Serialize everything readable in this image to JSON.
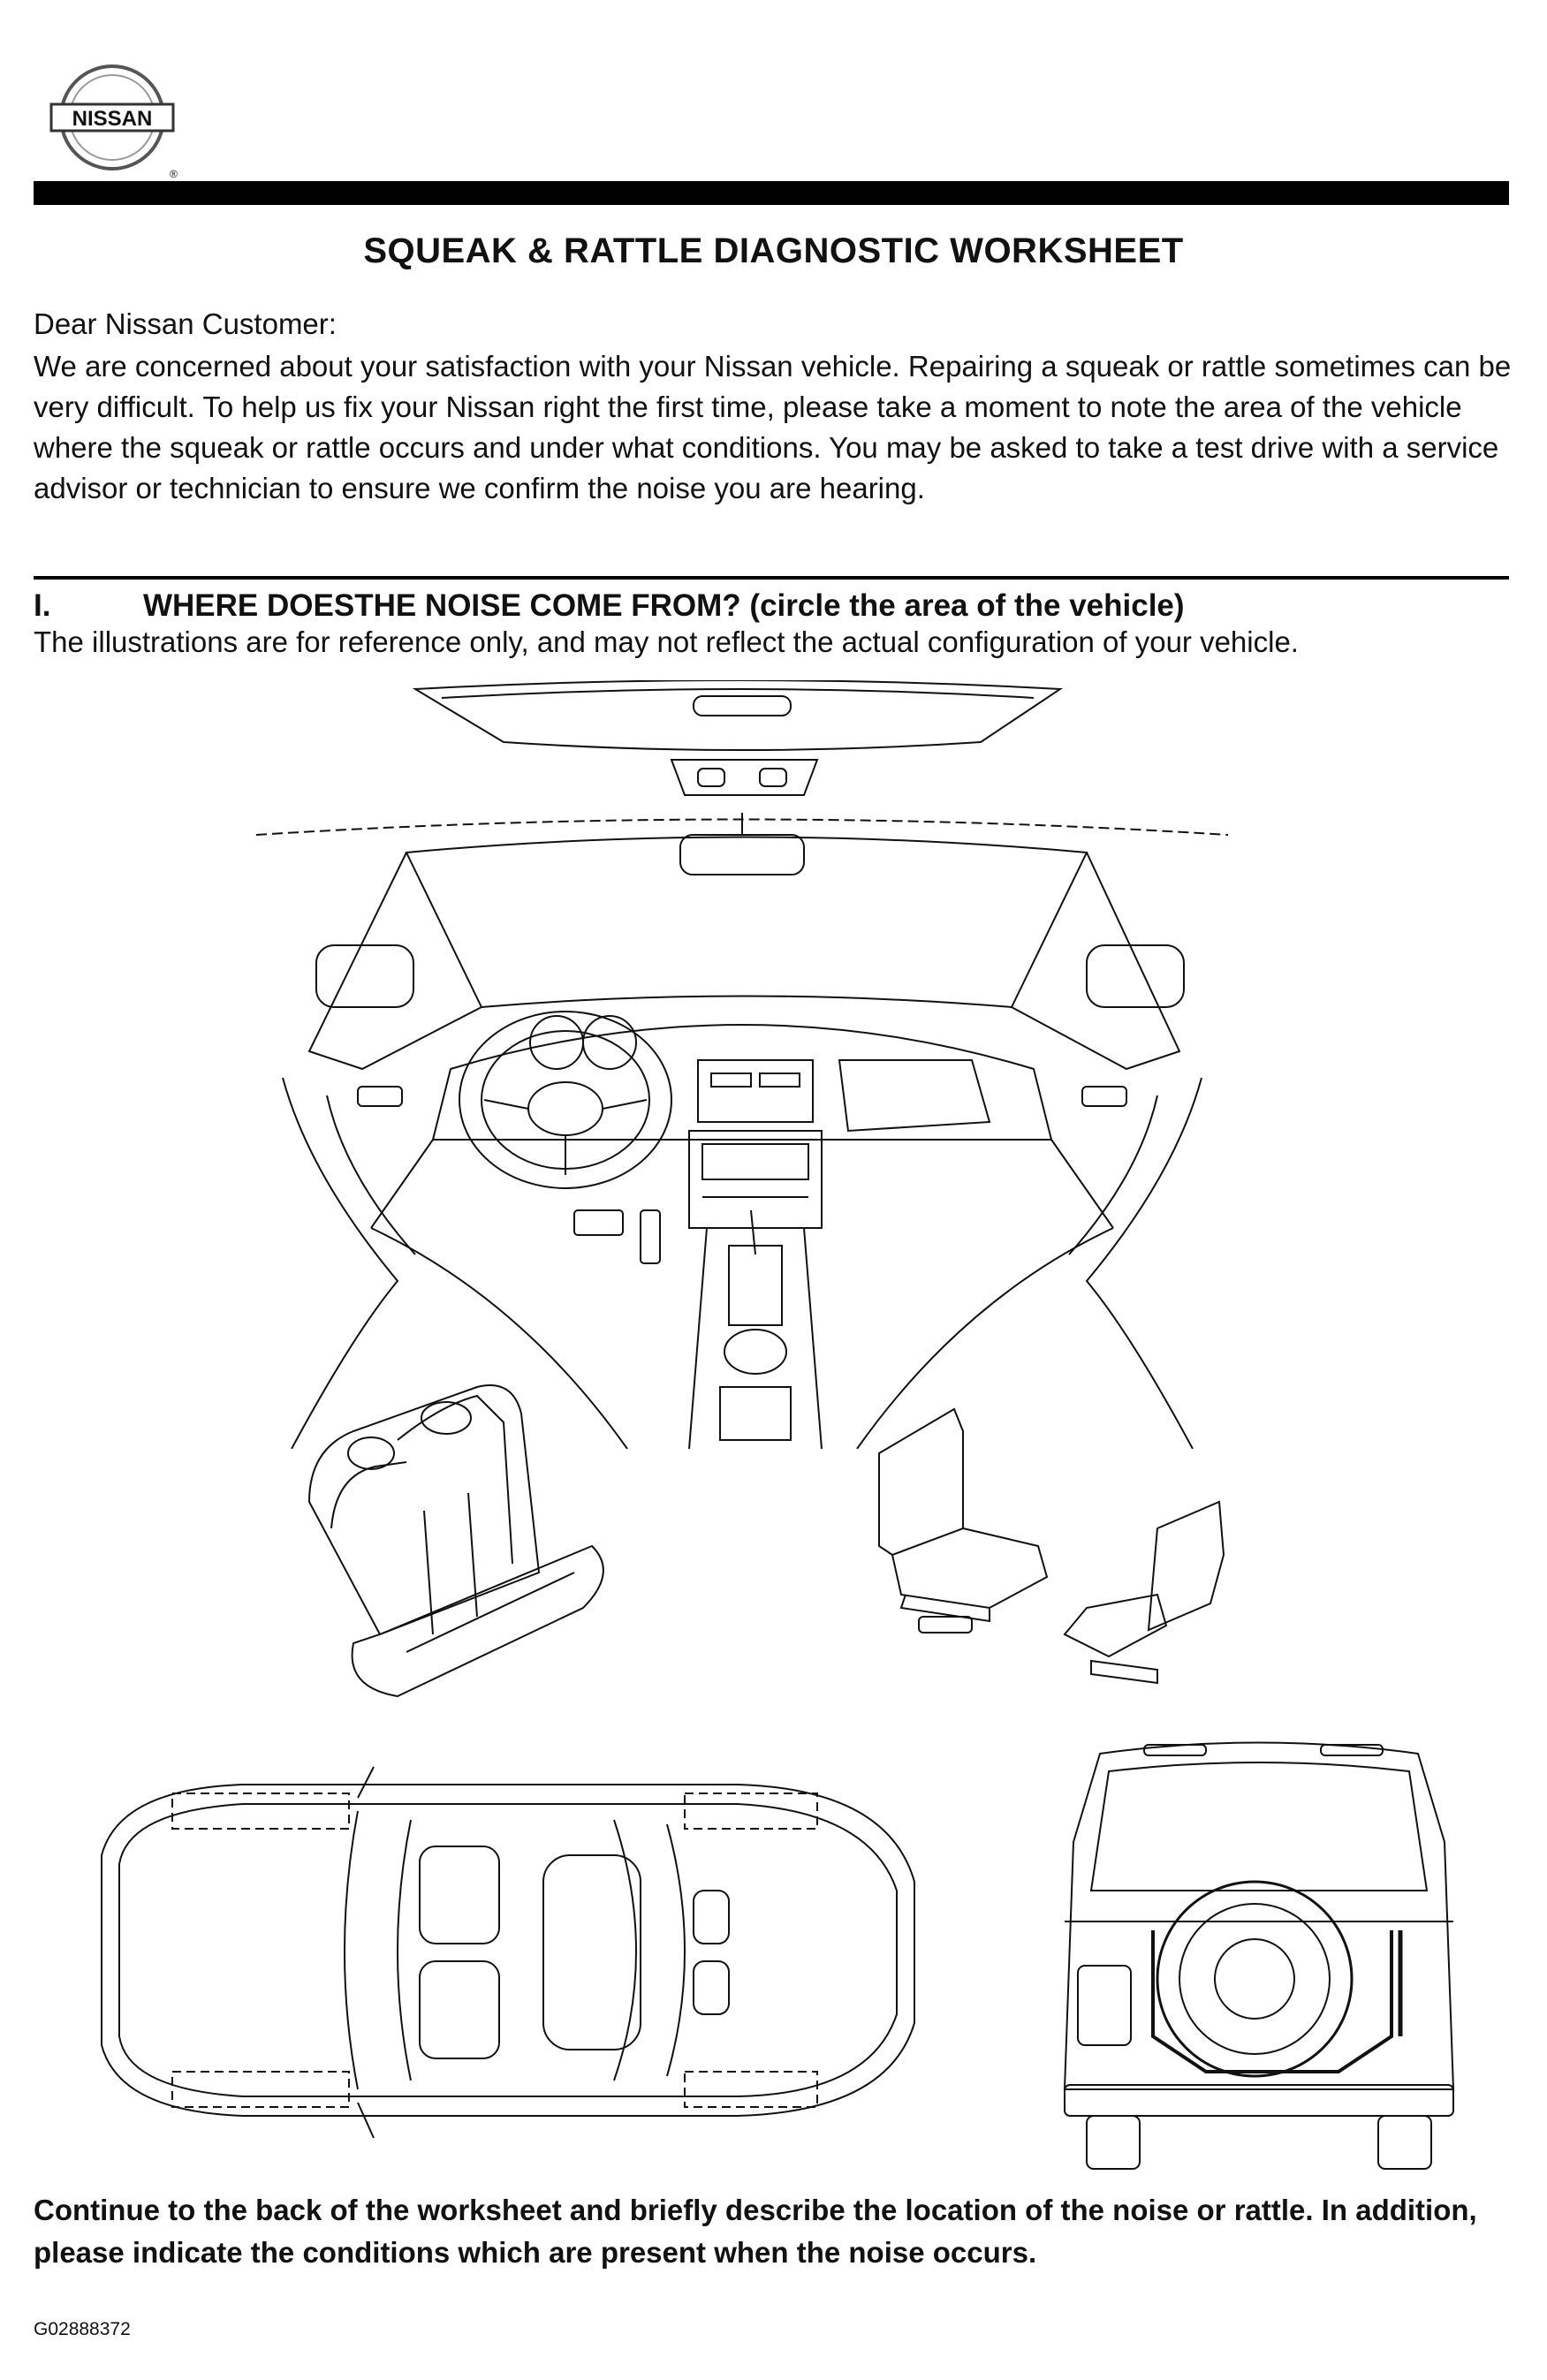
{
  "brand": {
    "logo_text": "NISSAN",
    "registered_mark": "®"
  },
  "document": {
    "title": "SQUEAK & RATTLE DIAGNOSTIC WORKSHEET",
    "greeting": "Dear Nissan Customer:",
    "intro": "We are concerned about your satisfaction with your Nissan vehicle. Repairing a squeak or rattle sometimes can be very difficult. To help us fix your Nissan right the first time, please take a moment to note the area of the vehicle where the squeak or rattle occurs and under what conditions. You may be asked to take a test drive with a service advisor or technician to ensure we confirm the noise you are hearing.",
    "section": {
      "number": "I.",
      "heading": "WHERE DOESTHE NOISE COME FROM? (circle the area of the vehicle)",
      "subtext": "The illustrations are for reference only, and may not reflect the actual configuration of your vehicle."
    },
    "footer": "Continue to the back of the worksheet and briefly describe the location of the noise or rattle. In addition, please indicate the conditions which are present when the noise occurs.",
    "code": "G02888372"
  },
  "illustrations": [
    {
      "name": "vehicle interior dashboard view"
    },
    {
      "name": "rear bench seat"
    },
    {
      "name": "front seats"
    },
    {
      "name": "top view of sedan"
    },
    {
      "name": "rear view of SUV with spare tire"
    }
  ]
}
